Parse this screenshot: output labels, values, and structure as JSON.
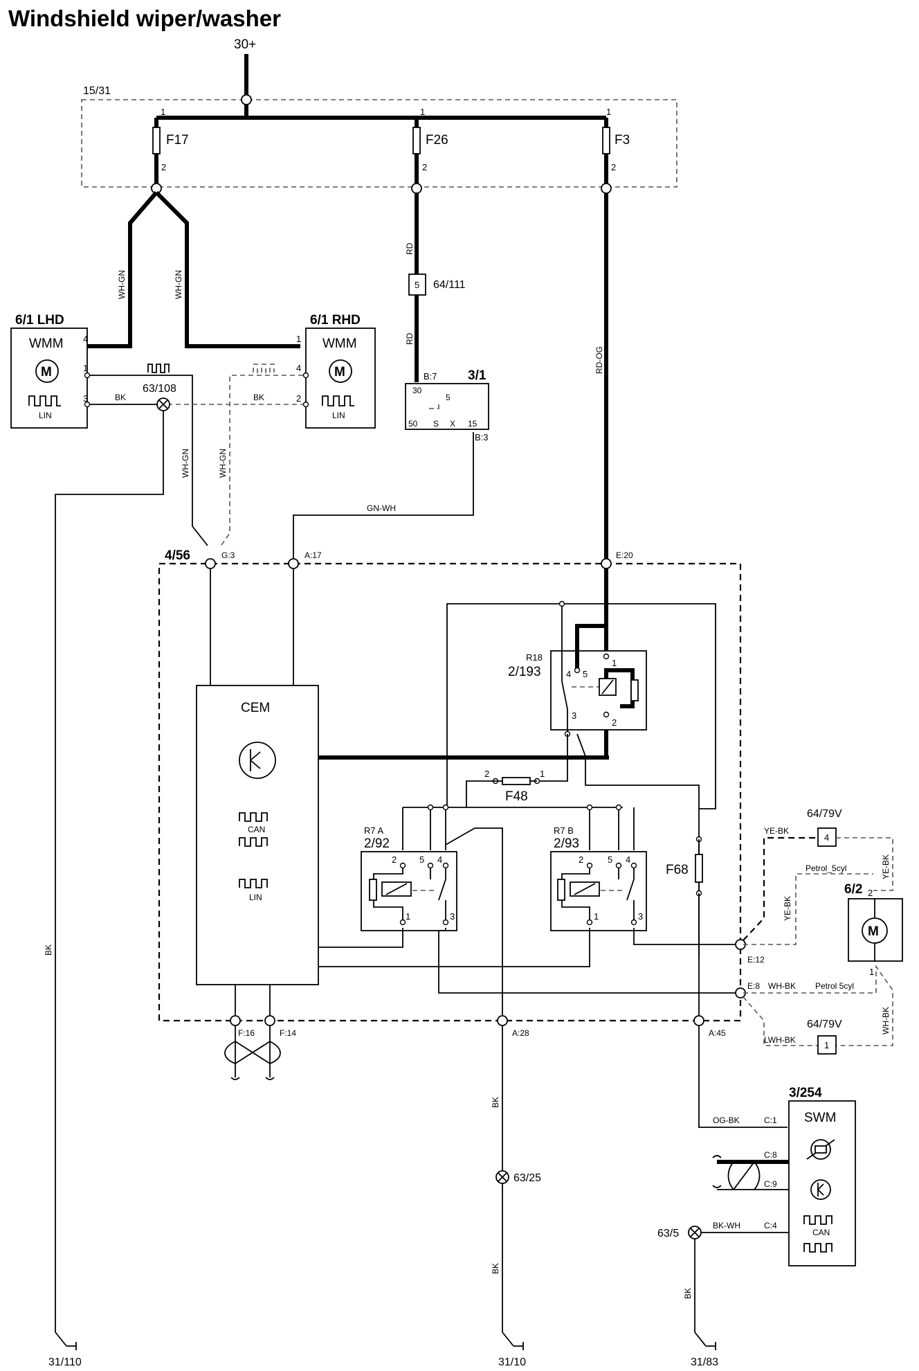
{
  "title": "Windshield wiper/washer",
  "supply": {
    "terminal": "30+",
    "fuse_box": "15/31"
  },
  "fuses": [
    {
      "id": "F17",
      "pin_in": "1",
      "pin_out": "2"
    },
    {
      "id": "F26",
      "pin_in": "1",
      "pin_out": "2"
    },
    {
      "id": "F3",
      "pin_in": "1",
      "pin_out": "2"
    },
    {
      "id": "F48",
      "pin_in": "1",
      "pin_out": "2"
    },
    {
      "id": "F68"
    }
  ],
  "wipers": {
    "lhd": {
      "ref": "6/1 LHD",
      "name": "WMM",
      "bus": "LIN",
      "pins": [
        "4",
        "1",
        "3"
      ]
    },
    "rhd": {
      "ref": "6/1 RHD",
      "name": "WMM",
      "bus": "LIN",
      "pins": [
        "1",
        "4",
        "2"
      ]
    }
  },
  "ignition_switch": {
    "ref": "3/1",
    "connector_top": "B:7",
    "connector_bottom": "B:3",
    "pin_30": "30",
    "pin_5": "5",
    "pins": [
      "50",
      "S",
      "X",
      "15"
    ]
  },
  "connector_64_111": {
    "pin": "5",
    "ref": "64/111"
  },
  "ground_63_108": "63/108",
  "cem": {
    "box_ref": "4/56",
    "name": "CEM",
    "can": "CAN",
    "lin": "LIN"
  },
  "cem_connectors": {
    "g3": "G:3",
    "a17": "A:17",
    "e20": "E:20",
    "e12": "E:12",
    "e8": "E:8",
    "f16": "F:16",
    "f14": "F:14",
    "a28": "A:28",
    "a45": "A:45"
  },
  "relays": {
    "r18": {
      "name": "R18",
      "ref": "2/193",
      "pins": [
        "4",
        "5",
        "1",
        "3",
        "2"
      ]
    },
    "r7a": {
      "name": "R7 A",
      "ref": "2/92",
      "pins": [
        "2",
        "5",
        "4",
        "1",
        "3"
      ]
    },
    "r7b": {
      "name": "R7 B",
      "ref": "2/93",
      "pins": [
        "2",
        "5",
        "4",
        "1",
        "3"
      ]
    }
  },
  "washer_pump": {
    "ref": "6/2",
    "pins": [
      "2",
      "1"
    ]
  },
  "conn_64_79v": [
    {
      "pin": "4",
      "ref": "64/79V"
    },
    {
      "pin": "1",
      "ref": "64/79V"
    }
  ],
  "swm": {
    "ref": "3/254",
    "name": "SWM",
    "can": "CAN",
    "pins": [
      "C:1",
      "C:8",
      "C:9",
      "C:4"
    ]
  },
  "grounds": [
    {
      "splice": "63/25",
      "ground": "31/10"
    },
    {
      "splice": "63/5",
      "ground": "31/83"
    },
    {
      "splice": "",
      "ground": "31/110"
    }
  ],
  "wire_labels": {
    "wh_gn": "WH-GN",
    "rd": "RD",
    "rd_og": "RD-OG",
    "bk": "BK",
    "gn_wh": "GN-WH",
    "ye_bk": "YE-BK",
    "wh_bk": "WH-BK",
    "lwh_bk": "LWH-BK",
    "og_bk": "OG-BK",
    "bk_wh": "BK-WH",
    "petrol_5cyl": "Petrol_5cyl",
    "petrol_5cyl_2": "Petrol 5cyl"
  }
}
